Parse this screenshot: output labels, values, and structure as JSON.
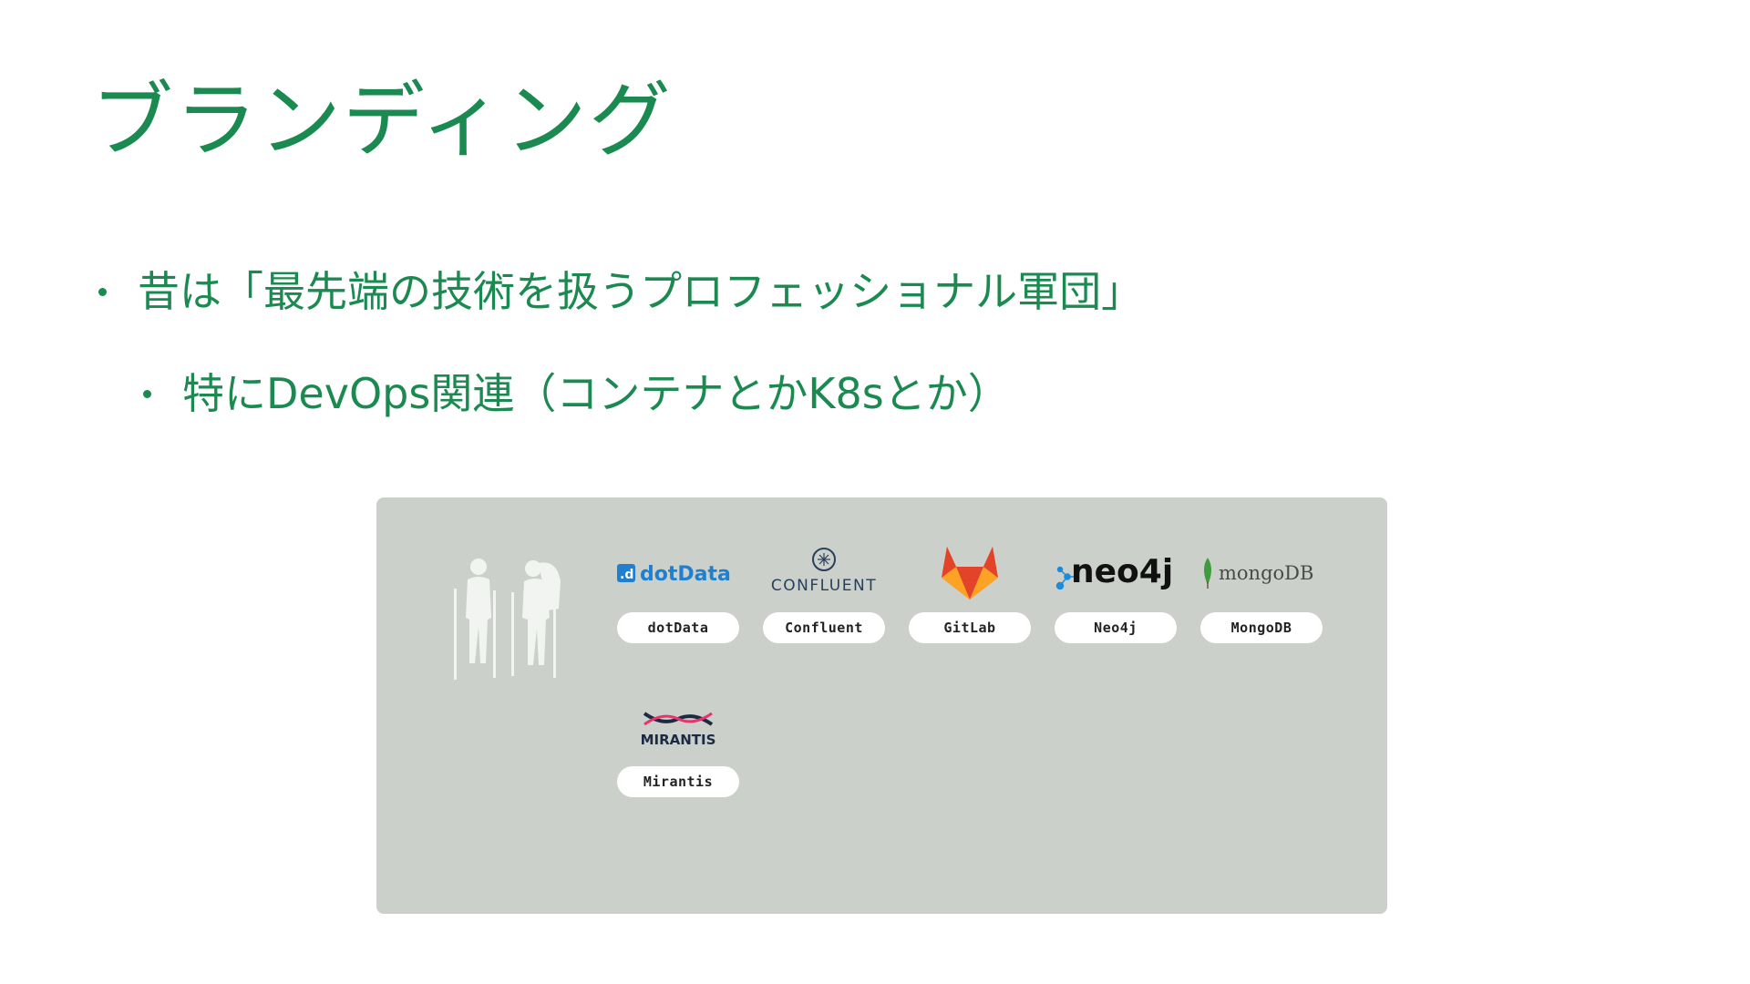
{
  "slide": {
    "title": "ブランディング",
    "bullets": [
      {
        "text": "昔は「最先端の技術を扱うプロフェッショナル軍団」",
        "level": 1
      },
      {
        "text": "特にDevOps関連（コンテナとかK8sとか）",
        "level": 2
      }
    ]
  },
  "partners": [
    {
      "name": "dotData",
      "logo_text": "dotData",
      "logo_icon": "dotdata-logo",
      "color": "#1f7fd0"
    },
    {
      "name": "Confluent",
      "logo_text": "CONFLUENT",
      "logo_icon": "confluent-logo",
      "color": "#2a3f5a"
    },
    {
      "name": "GitLab",
      "logo_text": "",
      "logo_icon": "gitlab-fox-logo",
      "color": "#e24329"
    },
    {
      "name": "Neo4j",
      "logo_text": "neo4j",
      "logo_icon": "neo4j-logo",
      "color": "#111111"
    },
    {
      "name": "MongoDB",
      "logo_text": "mongoDB",
      "logo_icon": "mongodb-leaf-logo",
      "color": "#3f9b3f"
    },
    {
      "name": "Mirantis",
      "logo_text": "MIRANTIS",
      "logo_icon": "mirantis-logo",
      "color": "#1c2a44"
    }
  ],
  "colors": {
    "accent": "#1b8a50",
    "panel_bg": "#cbd1ca",
    "pill_bg": "#ffffff"
  }
}
